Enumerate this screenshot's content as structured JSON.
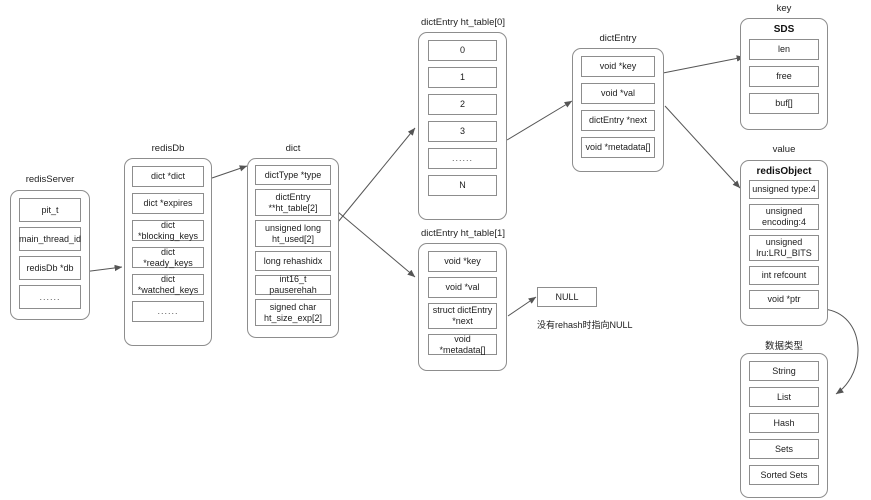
{
  "diagram": {
    "title": "Redis dict / dictEntry structure diagram",
    "background": "#ffffff",
    "stroke": "#8d8d8d",
    "text_color": "#1c1c1c"
  },
  "nodes": {
    "redisServer": {
      "label": "redisServer",
      "fields": [
        "pit_t",
        "main_thread_id",
        "redisDb *db",
        "......"
      ]
    },
    "redisDb": {
      "label": "redisDb",
      "fields": [
        "dict *dict",
        "dict *expires",
        "dict *blocking_keys",
        "dict *ready_keys",
        "dict *watched_keys",
        "......"
      ]
    },
    "dict": {
      "label": "dict",
      "fields": [
        "dictType *type",
        "dictEntry\n**ht_table[2]",
        "unsigned long\nht_used[2]",
        "long rehashidx",
        "int16_t pauserehah",
        "signed char\nht_size_exp[2]"
      ]
    },
    "htTable0": {
      "label": "dictEntry ht_table[0]",
      "fields": [
        "0",
        "1",
        "2",
        "3",
        "......",
        "N"
      ]
    },
    "htTable1": {
      "label": "dictEntry ht_table[1]",
      "fields": [
        "void *key",
        "void *val",
        "struct dictEntry\n*next",
        "void *metadata[]"
      ]
    },
    "dictEntry": {
      "label": "dictEntry",
      "fields": [
        "void *key",
        "void *val",
        "dictEntry *next",
        "void *metadata[]"
      ]
    },
    "key": {
      "label": "key",
      "title": "SDS",
      "fields": [
        "len",
        "free",
        "buf[]"
      ]
    },
    "value": {
      "label": "value",
      "title": "redisObject",
      "fields": [
        "unsigned type:4",
        "unsigned\nencoding:4",
        "unsigned\nlru:LRU_BITS",
        "int refcount",
        "void *ptr"
      ]
    },
    "dataTypes": {
      "label": "数据类型",
      "fields": [
        "String",
        "List",
        "Hash",
        "Sets",
        "Sorted Sets"
      ]
    },
    "nullBox": {
      "label": "NULL"
    }
  },
  "annotations": {
    "no_rehash_note": "没有rehash时指向NULL"
  }
}
